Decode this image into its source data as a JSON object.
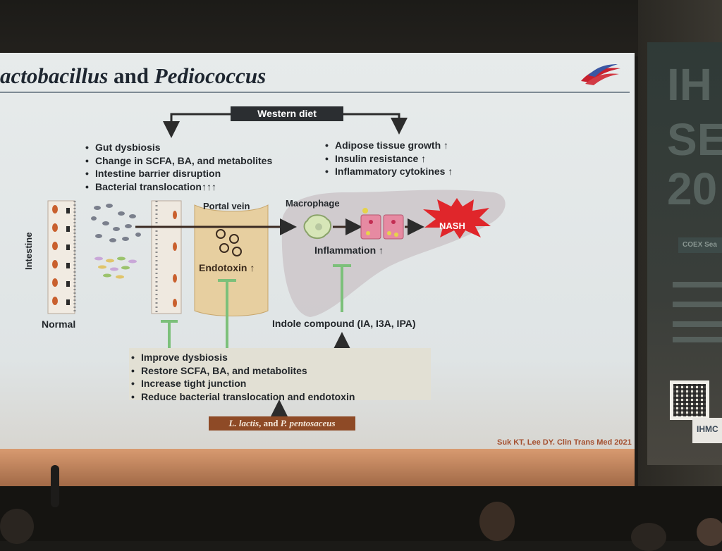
{
  "slide": {
    "title_part1": "actobacillus",
    "title_part2": " and ",
    "title_part3": "Pediococcus",
    "citation": "Suk KT, Lee DY. Clin Trans Med 2021"
  },
  "diagram": {
    "western_diet": "Western diet",
    "left_effects": [
      "Gut dysbiosis",
      "Change in SCFA, BA, and metabolites",
      "Intestine barrier disruption",
      "Bacterial translocation↑↑↑"
    ],
    "right_effects": [
      "Adipose tissue growth ↑",
      "Insulin resistance ↑",
      "Inflammatory cytokines ↑"
    ],
    "intestine_label": "Intestine",
    "normal_label": "Normal",
    "portal_vein_label": "Portal vein",
    "endotoxin_label": "Endotoxin ↑",
    "macrophage_label": "Macrophage",
    "inflammation_label": "Inflammation ↑",
    "nash_label": "NASH",
    "indole_label": "Indole compound (IA, I3A, IPA)",
    "improvements": [
      "Improve dysbiosis",
      "Restore SCFA, BA, and metabolites",
      "Increase tight junction",
      "Reduce bacterial translocation and endotoxin"
    ],
    "probiotics_part1": "L. lactis",
    "probiotics_part2": ", and ",
    "probiotics_part3": "P. pentosaceus",
    "colors": {
      "green_inhibit": "#7cc07a",
      "arrow_dark": "#3a2a22",
      "nash_red": "#e0262b",
      "probiotic_box": "#8e4a26",
      "portal_vein_fill": "#e7cfa0"
    }
  },
  "background": {
    "banner_texts": [
      "IH",
      "SE",
      "20",
      "COEX Sea"
    ],
    "sign_text": "IHMC"
  }
}
